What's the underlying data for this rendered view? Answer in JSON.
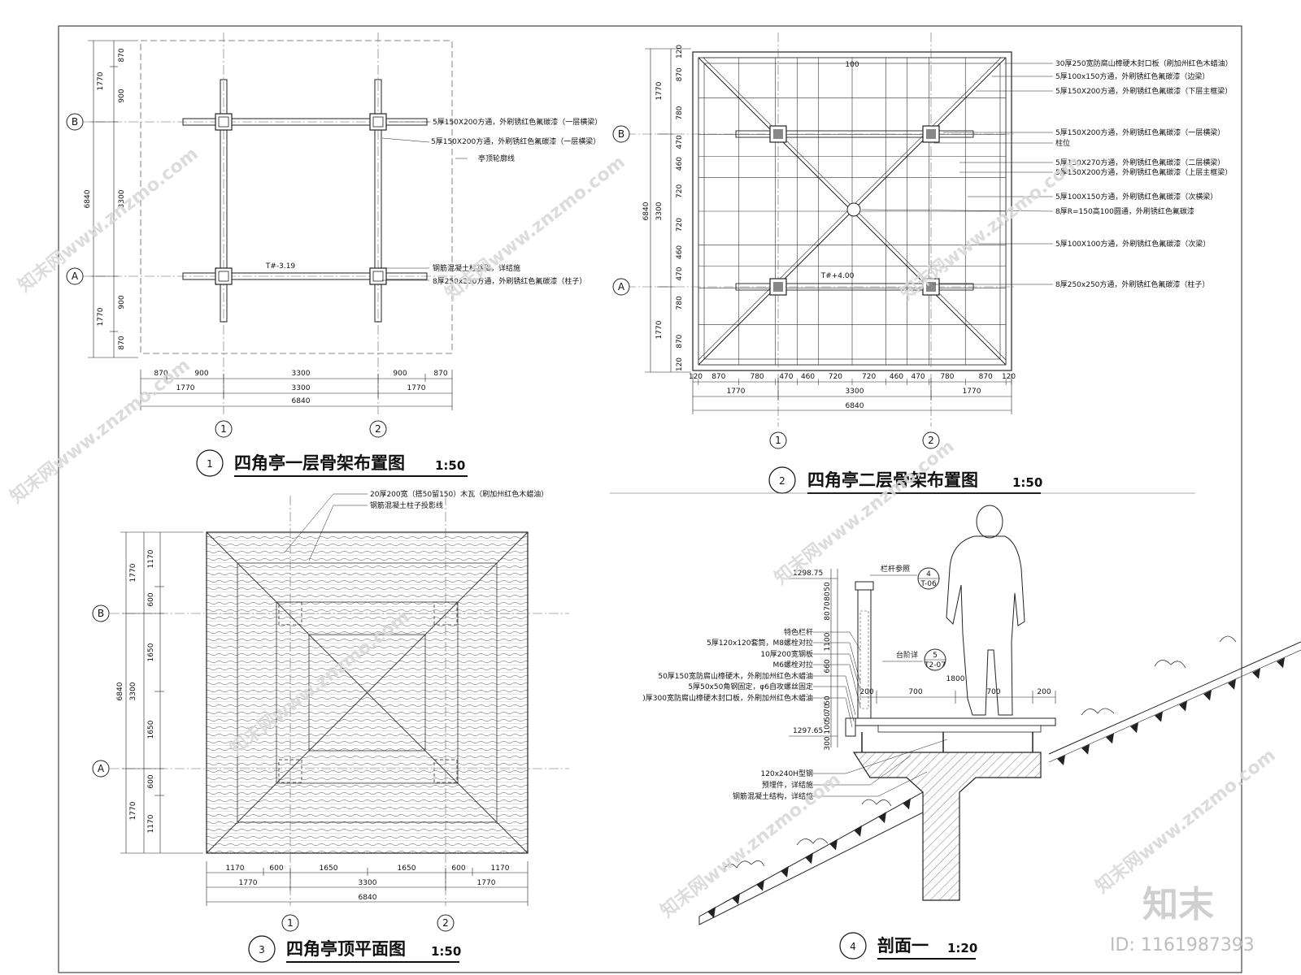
{
  "drawing_1": {
    "number": "1",
    "title": "四角亭一层骨架布置图",
    "scale": "1:50",
    "axes": [
      "B",
      "A",
      "1",
      "2"
    ],
    "dims_left_outer": [
      "1770",
      "6840",
      "1770"
    ],
    "dims_left_inner": [
      "870",
      "900",
      "3300",
      "900",
      "870"
    ],
    "dims_bottom_row1": [
      "870",
      "900",
      "3300",
      "900",
      "870"
    ],
    "dims_bottom_row2": [
      "1770",
      "3300",
      "1770"
    ],
    "dims_bottom_row3": [
      "6840"
    ],
    "level": "T#-3.19",
    "notes": [
      "5厚150X200方通，外刷锈红色氟碳漆（一层横梁）",
      "5厚150X200方通，外刷锈红色氟碳漆（一层横梁）",
      "亭顶轮廓线",
      "钢筋混凝土柱基础，详结施",
      "8厚250x250方通，外刷锈红色氟碳漆（柱子）"
    ]
  },
  "drawing_2": {
    "number": "2",
    "title": "四角亭二层骨架布置图",
    "scale": "1:50",
    "axes": [
      "B",
      "A",
      "1",
      "2"
    ],
    "dims_left_outer": [
      "1770",
      "6840",
      "1770"
    ],
    "dims_left_inner": [
      "120",
      "870",
      "780",
      "470",
      "460",
      "720",
      "720",
      "460",
      "470",
      "780",
      "870",
      "120"
    ],
    "dims_left_mid": [
      "3300"
    ],
    "dims_bottom_row1": [
      "120",
      "870",
      "780",
      "470",
      "460",
      "720",
      "720",
      "460",
      "470",
      "780",
      "870",
      "120"
    ],
    "dims_bottom_row2": [
      "1770",
      "3300",
      "1770"
    ],
    "dims_bottom_row3": [
      "6840"
    ],
    "top_dim": "100",
    "level": "T#+4.00",
    "notes": [
      "30厚250宽防腐山樟硬木封口板（刷加州红色木蜡油）",
      "5厚100x150方通，外刷锈红色氟碳漆（边梁）",
      "5厚150X200方通，外刷锈红色氟碳漆（下层主框梁）",
      "5厚150X200方通，外刷锈红色氟碳漆（一层横梁）",
      "柱位",
      "5厚150X270方通，外刷锈红色氟碳漆（二层横梁）",
      "5厚150X200方通，外刷锈红色氟碳漆（上层主框梁）",
      "5厚100X150方通，外刷锈红色氟碳漆（次横梁）",
      "8厚R=150高100圆通，外刷锈红色氟碳漆",
      "5厚100X100方通，外刷锈红色氟碳漆（次梁）",
      "8厚250x250方通，外刷锈红色氟碳漆（柱子）"
    ]
  },
  "drawing_3": {
    "number": "3",
    "title": "四角亭顶平面图",
    "scale": "1:50",
    "axes": [
      "B",
      "A",
      "1",
      "2"
    ],
    "dims_left_outer": [
      "1770",
      "6840",
      "1770"
    ],
    "dims_left_inner": [
      "1170",
      "600",
      "1650",
      "1650",
      "600",
      "1170"
    ],
    "dims_left_mid": [
      "3300"
    ],
    "dims_bottom_row1": [
      "1170",
      "600",
      "1650",
      "1650",
      "600",
      "1170"
    ],
    "dims_bottom_row2": [
      "1770",
      "3300",
      "1770"
    ],
    "dims_bottom_row3": [
      "6840"
    ],
    "notes": [
      "20厚200宽（搭50留150）木瓦（刷加州红色木蜡油）",
      "钢筋混凝土柱子投影线"
    ]
  },
  "drawing_4": {
    "number": "4",
    "title": "剖面一",
    "scale": "1:20",
    "levels": [
      "1298.75",
      "1297.65"
    ],
    "dims_vertical": [
      "50",
      "80",
      "70",
      "80",
      "1100",
      "660",
      "50",
      "70",
      "50",
      "100",
      "300"
    ],
    "dims_horizontal": [
      "200",
      "700",
      "700",
      "200"
    ],
    "dim_total": "1800",
    "ref_1": {
      "label": "栏杆参照",
      "top": "4",
      "bottom": "T-06"
    },
    "ref_2": {
      "label": "台阶详",
      "top": "5",
      "bottom": "T2-07"
    },
    "notes": [
      "特色栏杆",
      "5厚120x120套筒，M8螺栓对拉",
      "10厚200宽钢板",
      "M6螺栓对拉",
      "50厚150宽防腐山樟硬木，外刷加州红色木蜡油",
      "5厚50x50角钢固定，φ6自攻螺丝固定",
      ")厚300宽防腐山樟硬木封口板，外刷加州红色木蜡油",
      "120x240H型钢",
      "预埋件，详结施",
      "钢筋混凝土结构，详结施"
    ]
  },
  "watermarks": [
    "知末网www.znzmo.com",
    "知末网www.znzmo.com",
    "知末网www.znzmo.com",
    "知末网www.znzmo.com",
    "知末网www.znzmo.com",
    "知末网www.znzmo.com",
    "知末网www.znzmo.com",
    "知末网www.znzmo.com"
  ],
  "brand": {
    "logo": "知末",
    "id": "ID: 1161987393"
  }
}
